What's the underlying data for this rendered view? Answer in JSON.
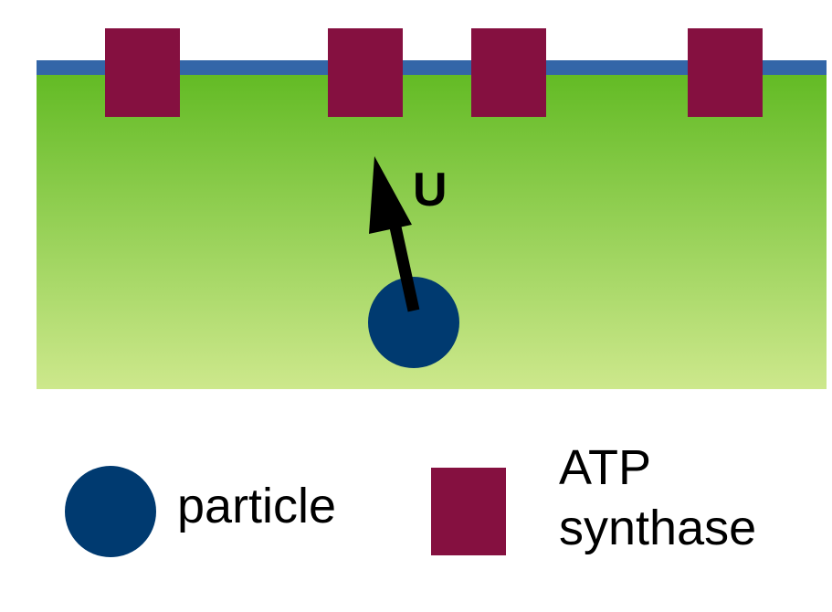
{
  "colors": {
    "background": "#ffffff",
    "membrane": "#3366a8",
    "medium_top": "#63bb25",
    "medium_bottom": "#cde88c",
    "particle": "#003a70",
    "atp_synthase": "#851040",
    "arrow": "#000000"
  },
  "diagram": {
    "velocity_label": "U",
    "atp_synthase_count": 4
  },
  "legend": {
    "particle_label": "particle",
    "atp_line1": "ATP",
    "atp_line2": "synthase"
  }
}
